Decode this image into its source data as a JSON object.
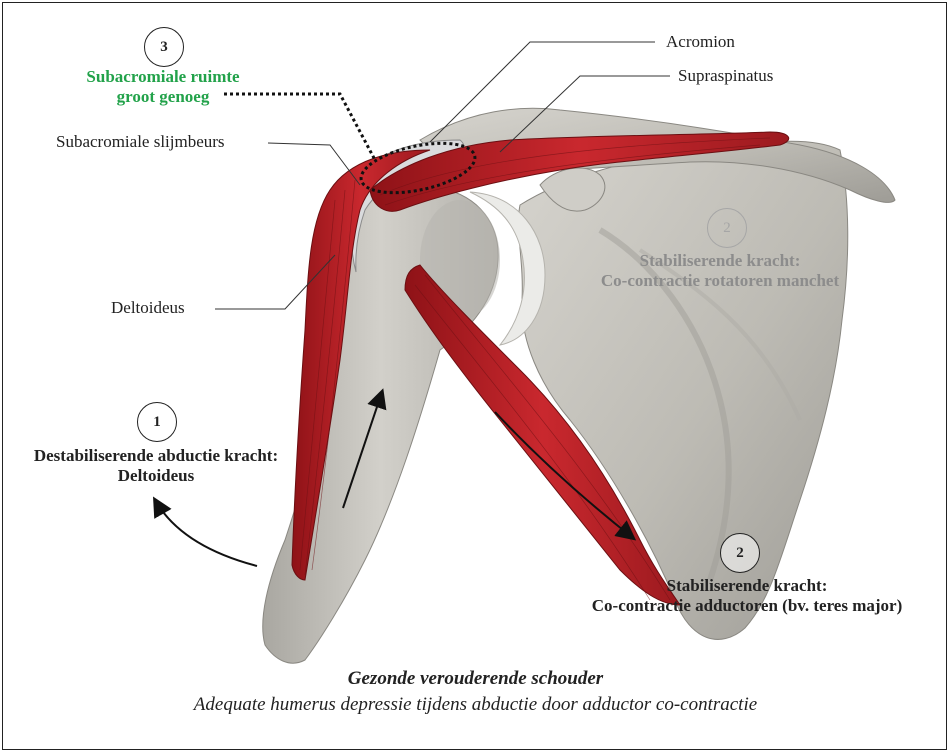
{
  "labels": {
    "acromion": "Acromion",
    "supraspinatus": "Supraspinatus",
    "bursa": "Subacromiale slijmbeurs",
    "deltoideus": "Deltoideus",
    "space_line1": "Subacromiale ruimte",
    "space_line2": "groot genoeg"
  },
  "markers": {
    "space_number": "3",
    "deltoid_number": "1",
    "rotator_number": "2",
    "adductor_number": "2"
  },
  "forces": {
    "deltoid_line1": "Destabiliserende abductie kracht:",
    "deltoid_line2": "Deltoideus",
    "rotator_line1": "Stabiliserende kracht:",
    "rotator_line2": "Co-contractie rotatoren manchet",
    "adductor_line1": "Stabiliserende kracht:",
    "adductor_line2": "Co-contractie adductoren (bv. teres major)"
  },
  "caption": {
    "title": "Gezonde verouderende schouder",
    "subtitle": "Adequate humerus depressie tijdens abductie door adductor co-contractie"
  },
  "colors": {
    "bone": "#c9c7c1",
    "muscle": "#b52025",
    "space_label": "#22a24a",
    "rotator_label": "#8c8c8c"
  }
}
